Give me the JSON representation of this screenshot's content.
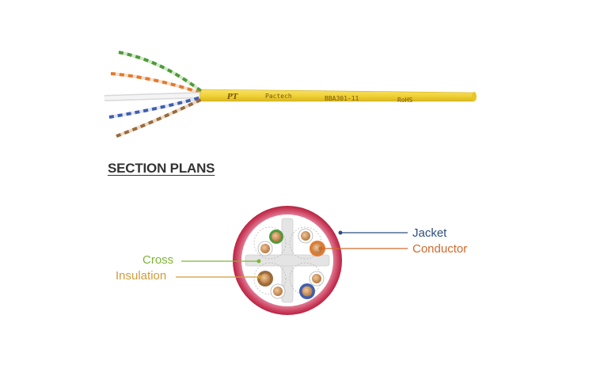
{
  "section_title": "SECTION PLANS",
  "cable_print": {
    "logo": "PT",
    "brand": "Pactech",
    "part_number": "BBA301-11",
    "compliance": "RoHS"
  },
  "labels": {
    "cross": "Cross",
    "insulation": "Insulation",
    "jacket": "Jacket",
    "conductor": "Conductor"
  },
  "colors": {
    "cable_jacket": "#f2d33a",
    "section_jacket": "#c8344f",
    "cross_label": "#7fb539",
    "insulation_label": "#d19b3a",
    "jacket_label": "#2e4e7e",
    "conductor_label": "#cf6a2e",
    "pair_green": "#4f9a3a",
    "pair_orange": "#e07b32",
    "pair_brown": "#9a6a3a",
    "pair_blue": "#3f5fae"
  }
}
